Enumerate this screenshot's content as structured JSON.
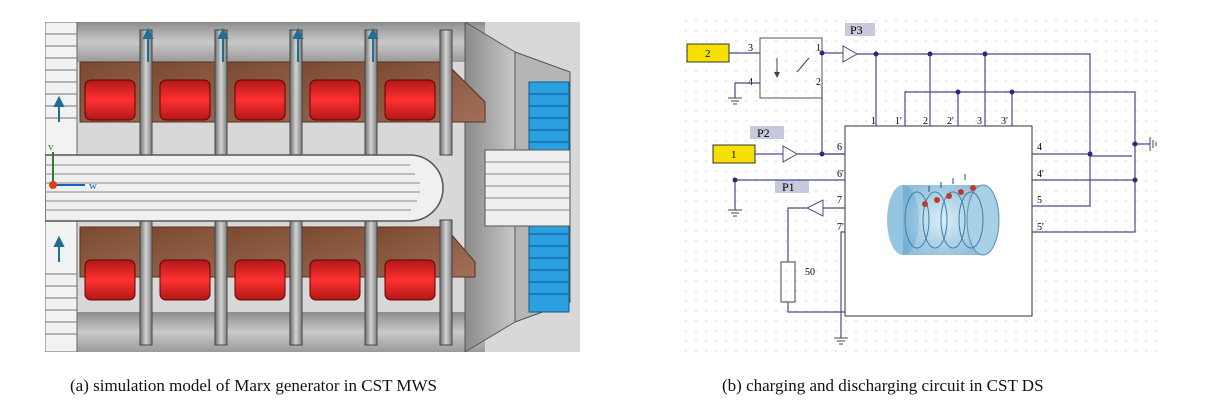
{
  "captions": {
    "a": "(a) simulation model of Marx generator in CST MWS",
    "b": "(b) charging and discharging circuit in CST DS"
  },
  "model": {
    "axis_v": "v",
    "axis_w": "w"
  },
  "circuit": {
    "source_2": "2",
    "source_1": "1",
    "port_p3": "P3",
    "port_p2": "P2",
    "port_p1": "P1",
    "resistor_value": "50",
    "switch_pins": [
      "3",
      "4",
      "1",
      "2"
    ],
    "block_top_pins": [
      "1",
      "1'",
      "2",
      "2'",
      "3",
      "3'"
    ],
    "block_left_pins": [
      "6",
      "6'",
      "7",
      "7'"
    ],
    "block_right_pins": [
      "4",
      "4'",
      "5",
      "5'"
    ]
  },
  "colors": {
    "source_fill": "#f5e000",
    "port_tab": "#c9c9dd",
    "wire": "#4c4a8c",
    "coil_red": "#e02020",
    "spacer_blue": "#2aa0e0"
  }
}
